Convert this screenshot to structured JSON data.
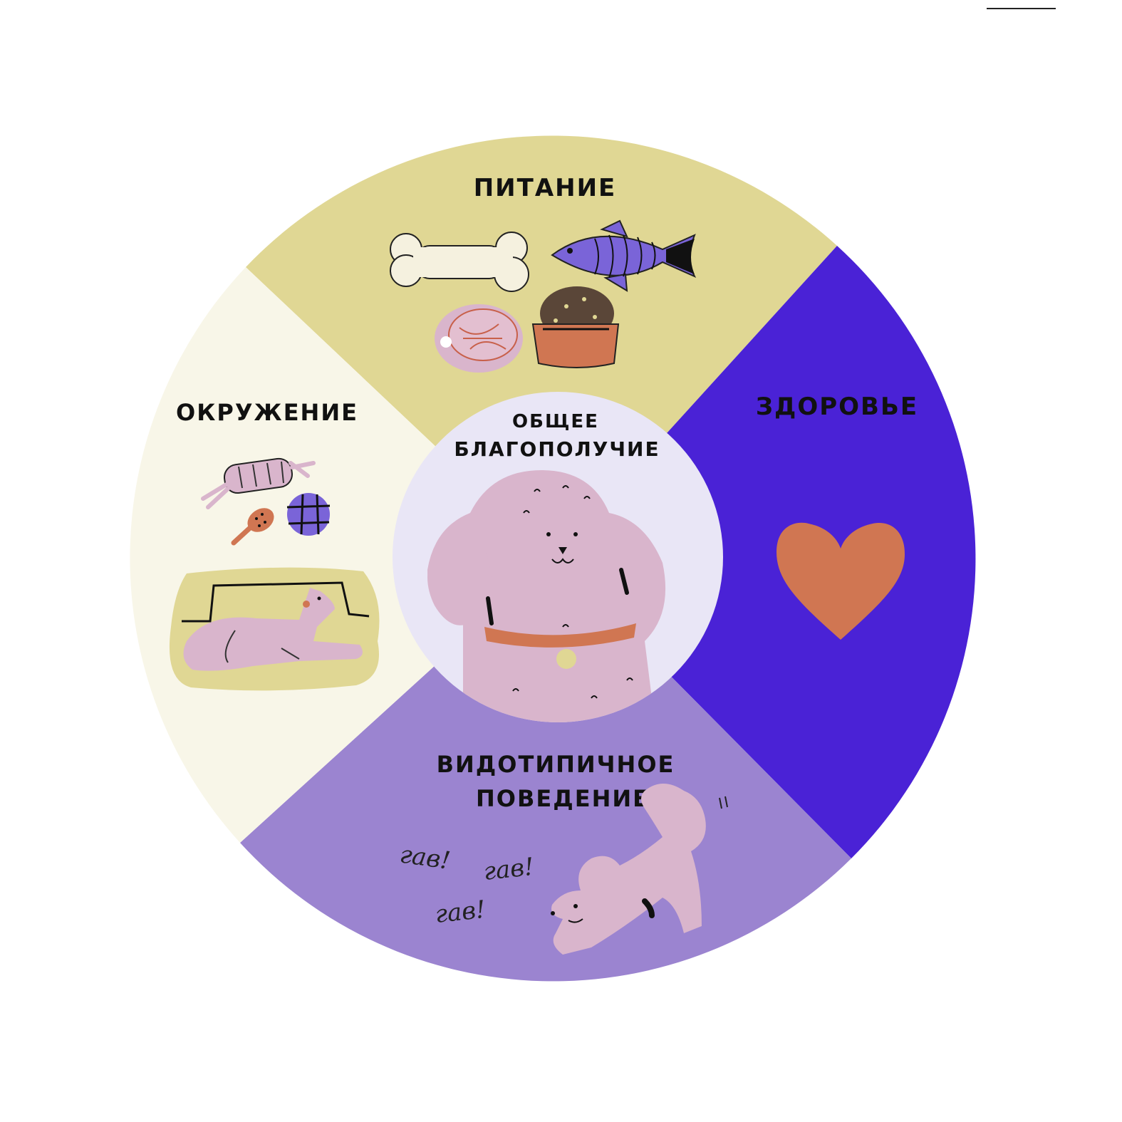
{
  "sectors": {
    "nutrition": {
      "label": "ПИТАНИЕ",
      "color": "#e0d794"
    },
    "health": {
      "label": "ЗДОРОВЬЕ",
      "color": "#4a22d6"
    },
    "environment": {
      "label": "ОКРУЖЕНИЕ",
      "color": "#f8f6e8"
    },
    "behavior": {
      "label_line1": "ВИДОТИПИЧНОЕ",
      "label_line2": "ПОВЕДЕНИЕ",
      "color": "#9b84d0"
    }
  },
  "center": {
    "label_line1": "ОБЩЕЕ",
    "label_line2": "БЛАГОПОЛУЧИЕ",
    "color": "#e9e6f6"
  },
  "barks": [
    "гав!",
    "гав!",
    "гав!"
  ],
  "colors": {
    "dog": "#d9b5cc",
    "terracotta": "#d07652",
    "ink": "#111111",
    "bone": "#f5f1df",
    "fish": "#7a64d8"
  },
  "icons": [
    "bone-icon",
    "fish-icon",
    "steak-icon",
    "food-bowl-icon",
    "heart-icon",
    "rope-toy-icon",
    "brush-icon",
    "ball-icon",
    "dog-bed-icon",
    "poodle-icon",
    "playing-dog-icon"
  ]
}
